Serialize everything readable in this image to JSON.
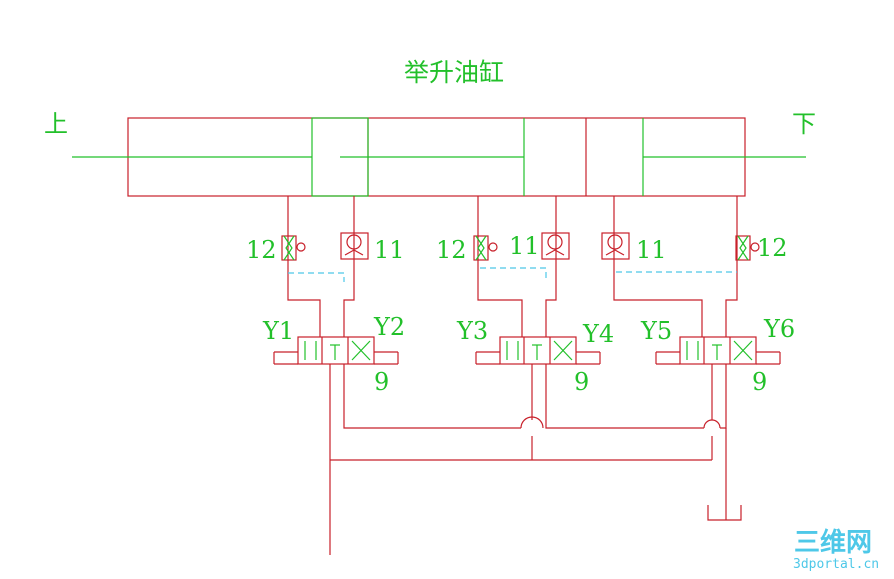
{
  "title": "举升油缸",
  "labels": {
    "up": "上",
    "down": "下",
    "throttle": "12",
    "check": "11",
    "valve": "9",
    "y1": "Y1",
    "y2": "Y2",
    "y3": "Y3",
    "y4": "Y4",
    "y5": "Y5",
    "y6": "Y6"
  },
  "watermark": {
    "main": "三维网",
    "sub": "3dportal.cn"
  },
  "colors": {
    "pipe": "#c8202a",
    "component": "#22c02a",
    "pilot": "#4ec8e8"
  }
}
